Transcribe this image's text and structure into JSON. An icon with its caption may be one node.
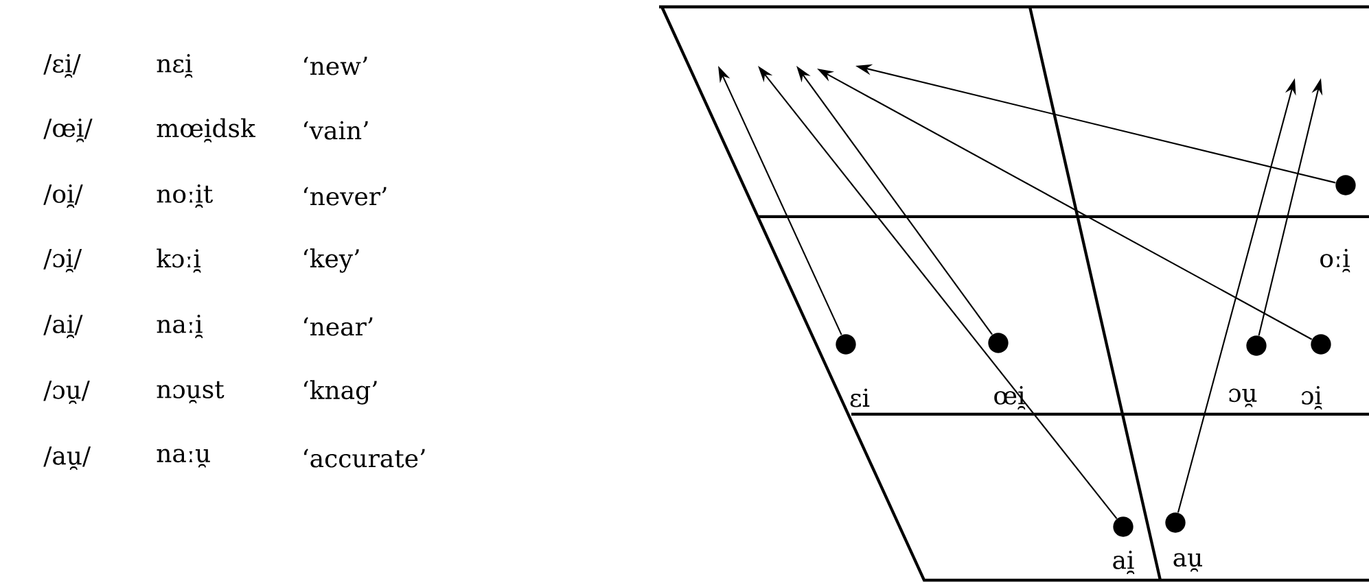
{
  "diagram": {
    "nodes": [
      {
        "text": [],
        "shape": "circle",
        "beside": [
          "oːi̯"
        ]
      },
      {
        "text": [],
        "shape": "circle",
        "beside": [
          "ɛi"
        ]
      },
      {
        "text": [],
        "shape": "circle",
        "beside": [
          "œi̯"
        ]
      },
      {
        "text": [],
        "shape": "circle",
        "beside": [
          "ɔu̯"
        ]
      },
      {
        "text": [],
        "shape": "circle",
        "beside": [
          "ɔi̯"
        ]
      },
      {
        "text": [],
        "shape": "circle",
        "beside": [
          "ai̯"
        ]
      },
      {
        "text": [],
        "shape": "circle",
        "beside": [
          "au̯"
        ]
      }
    ],
    "edges": [
      {
        "from": 1,
        "to": null,
        "arrow": "to"
      },
      {
        "from": 5,
        "to": null,
        "arrow": "to"
      },
      {
        "from": 2,
        "to": null,
        "arrow": "to"
      },
      {
        "from": 4,
        "to": null,
        "arrow": "to"
      },
      {
        "from": 0,
        "to": null,
        "arrow": "to"
      },
      {
        "from": 6,
        "to": null,
        "arrow": "to"
      },
      {
        "from": 3,
        "to": null,
        "arrow": "to"
      }
    ],
    "labels": [
      "/ɛi̯/",
      "nɛi̯",
      "‘new’",
      "/œi̯/",
      "mœi̯dsk",
      "‘vain’",
      "/oi̯/",
      "noːi̯t",
      "‘never’",
      "/ɔi̯/",
      "kɔːi̯",
      "‘key’",
      "/ai̯/",
      "naːi̯",
      "‘near’",
      "/ɔu̯/",
      "nɔu̯st",
      "‘knag’",
      "/au̯/",
      "naːu̯",
      "‘accurate’"
    ]
  }
}
